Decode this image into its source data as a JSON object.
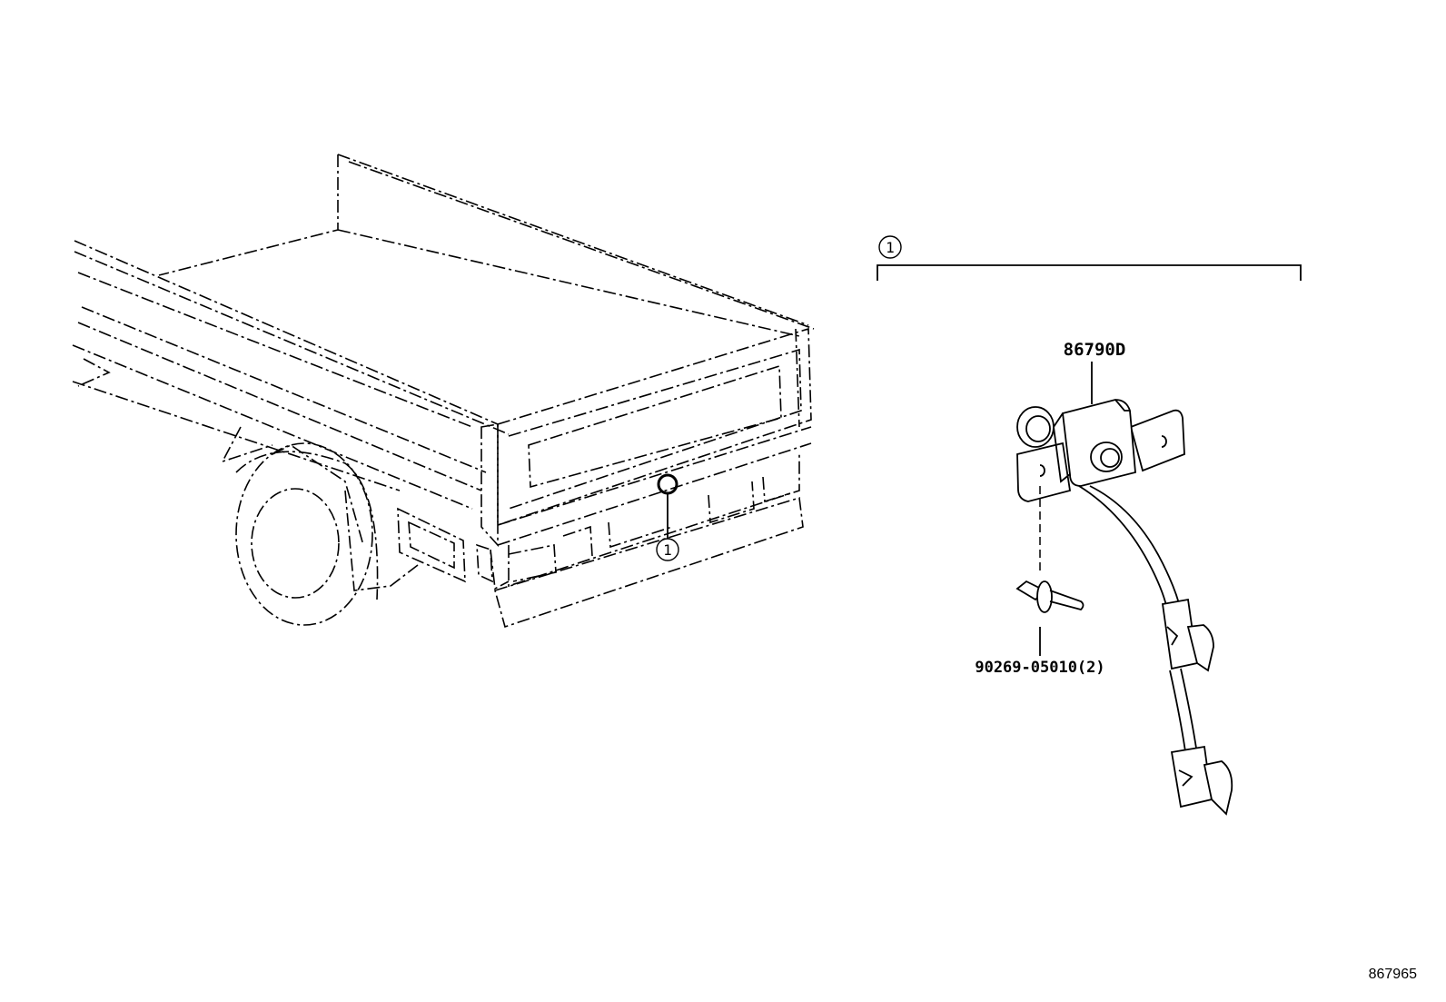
{
  "diagram": {
    "callout_index": "1",
    "parts": [
      {
        "part_no": "86790D"
      },
      {
        "part_no": "90269-05010(2)"
      }
    ],
    "figure_id": "867965"
  }
}
